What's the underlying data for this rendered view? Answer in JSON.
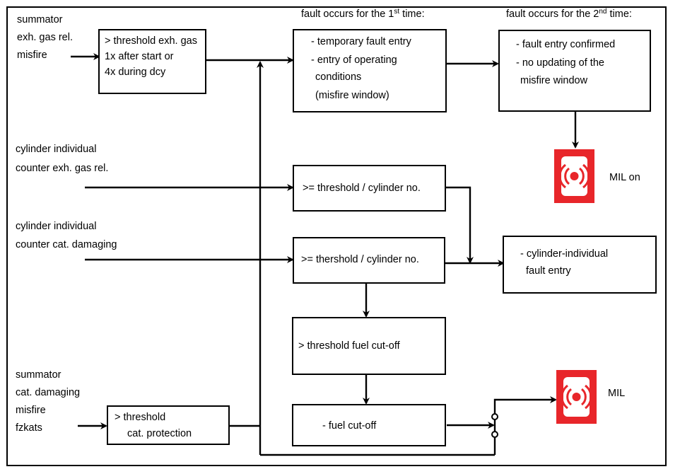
{
  "inputs": {
    "summator_exh": [
      "summator",
      "exh. gas rel.",
      "misfire"
    ],
    "cyl_exh": [
      "cylinder individual",
      "counter exh. gas rel."
    ],
    "cyl_cat": [
      "cylinder individual",
      "counter cat. damaging"
    ],
    "summator_cat": [
      "summator",
      "cat. damaging",
      "misfire",
      "fzkats"
    ]
  },
  "boxes": {
    "threshold_exh": [
      "> threshold exh. gas",
      "1x after start or",
      "4x during dcy"
    ],
    "first_time_header": {
      "text": "fault occurs for the 1",
      "sup": "st",
      "tail": " time:"
    },
    "first_time": [
      "- temporary fault entry",
      "- entry of operating",
      "conditions",
      "(misfire window)"
    ],
    "second_time_header": {
      "text": "fault occurs for the 2",
      "sup": "nd",
      "tail": " time:"
    },
    "second_time": [
      "- fault entry confirmed",
      "- no updating of the",
      "misfire window"
    ],
    "threshold_cyl_1": ">= threshold / cylinder no.",
    "threshold_cyl_2": ">= thershold / cylinder no.",
    "cyl_fault": [
      "- cylinder-individual",
      "fault entry"
    ],
    "threshold_fuel": "> threshold fuel cut-off",
    "fuel_cutoff": "- fuel cut-off",
    "threshold_cat": [
      "> threshold",
      "cat. protection"
    ]
  },
  "indicators": {
    "mil_on": "MIL on",
    "mil_flash": "MIL",
    "color": "#e8262a"
  }
}
